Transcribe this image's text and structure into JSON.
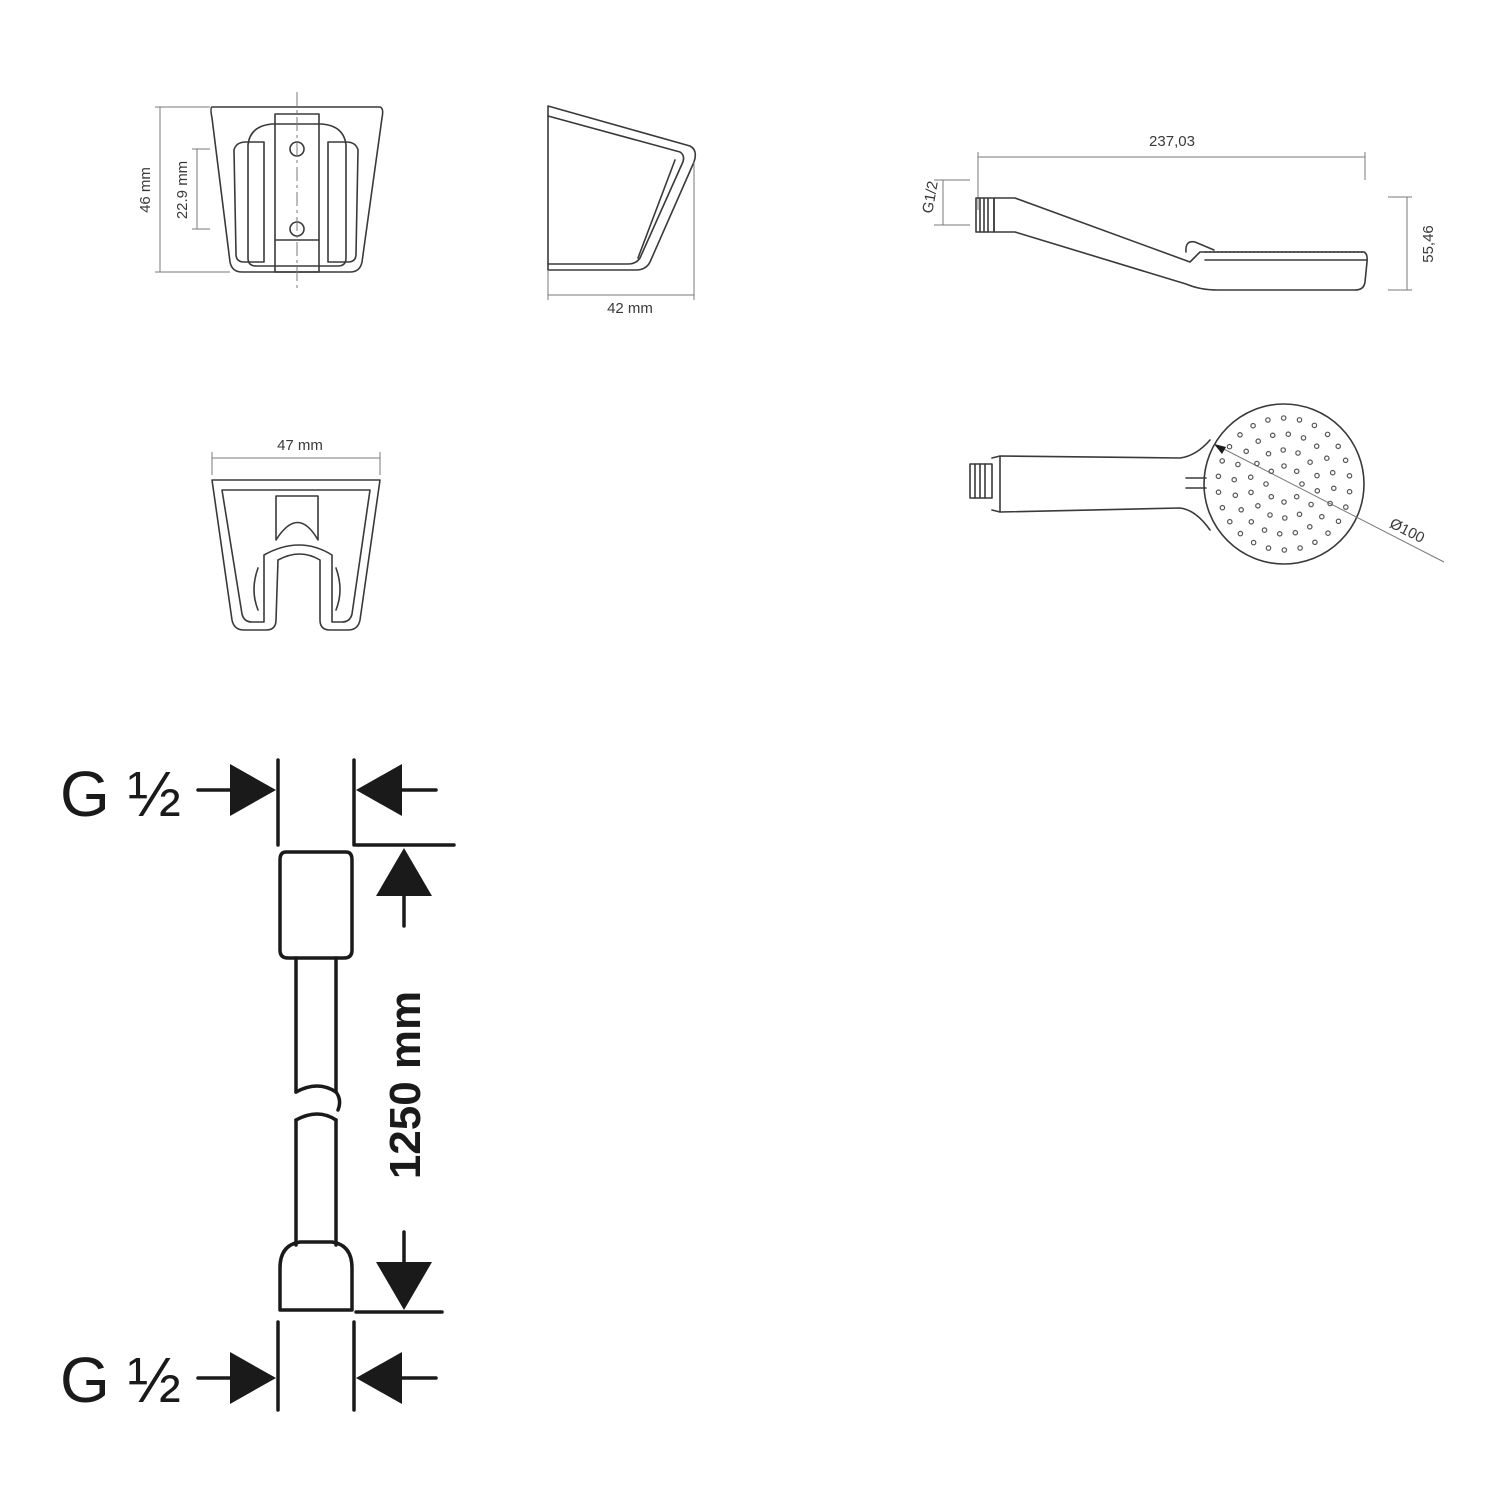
{
  "bracket_front": {
    "height_label": "46 mm",
    "hole_spacing_label": "22.9 mm"
  },
  "bracket_side": {
    "depth_label": "42 mm"
  },
  "bracket_bottom": {
    "width_label": "47 mm"
  },
  "handshower_side": {
    "length_label": "237,03",
    "height_label": "55,46",
    "thread_label": "G1/2"
  },
  "handshower_front": {
    "diameter_label": "Ø100"
  },
  "hose": {
    "top_thread_label": "G ½",
    "bottom_thread_label": "G ½",
    "length_label": "1250 mm"
  }
}
